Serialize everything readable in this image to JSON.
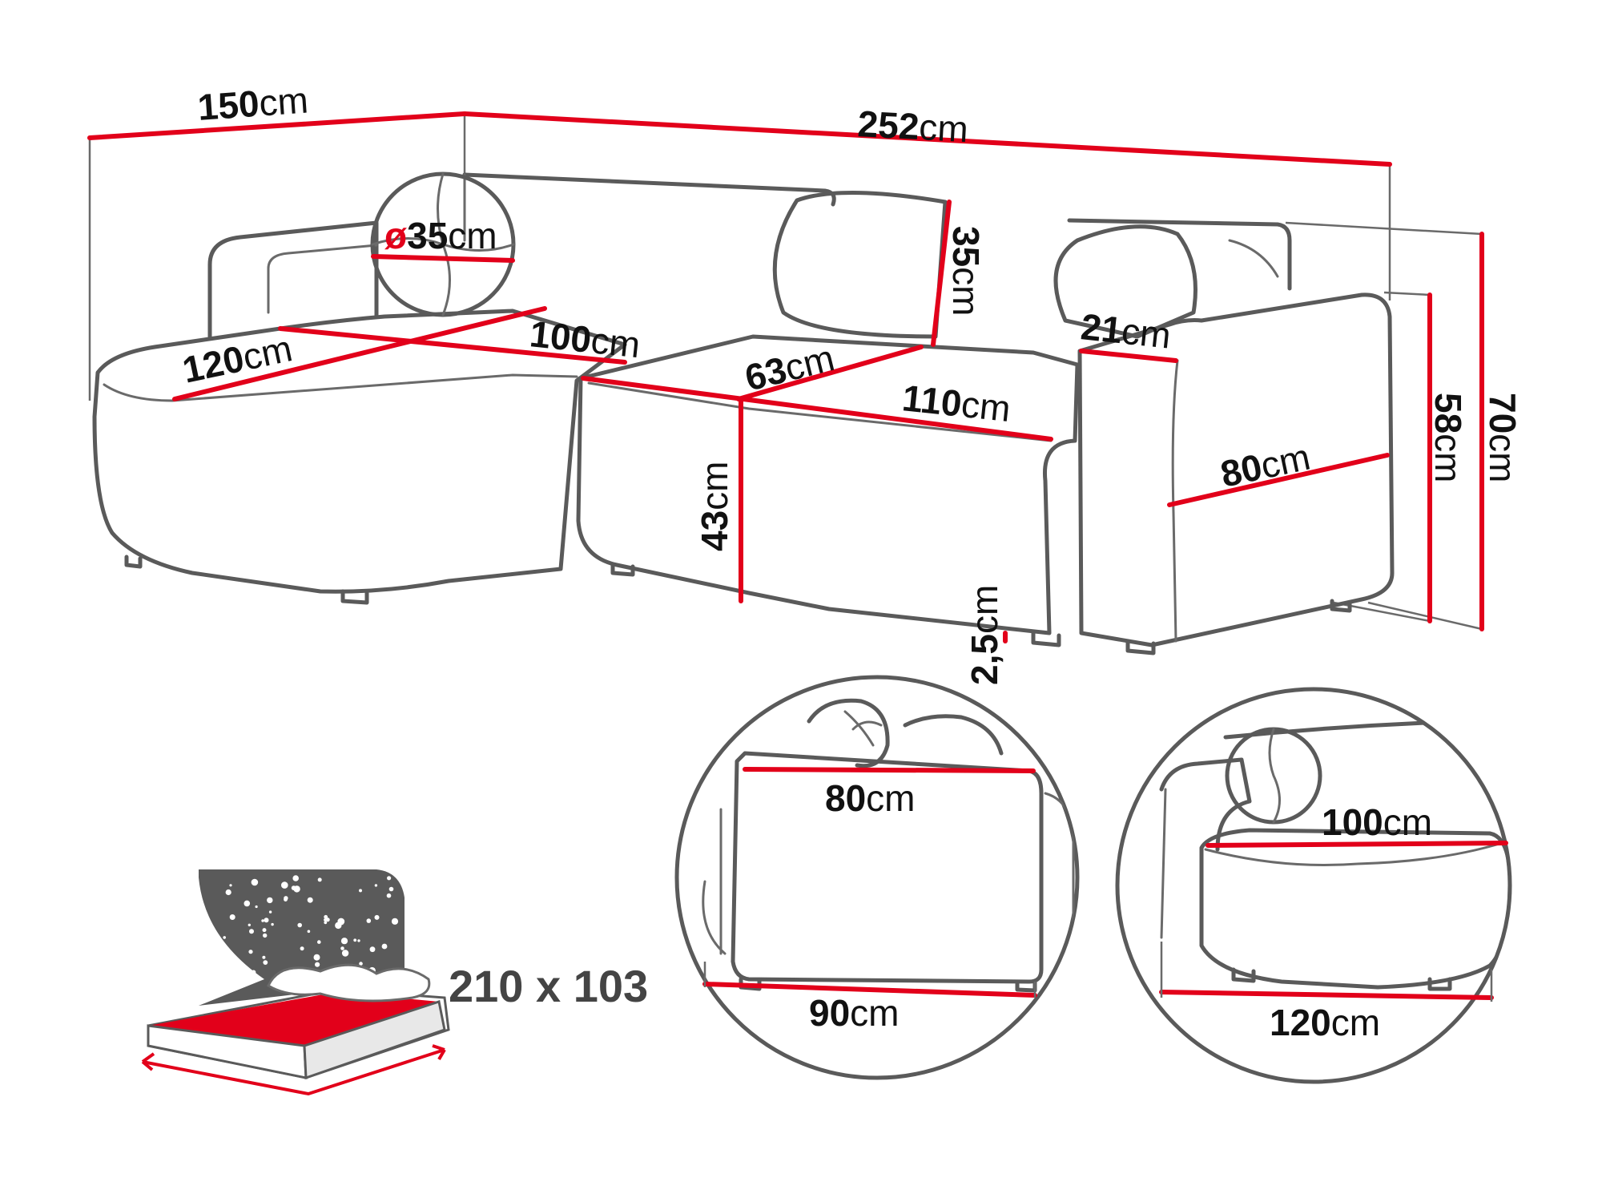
{
  "unit": "cm",
  "main_view": {
    "corner_depth": "150",
    "total_length": "252",
    "pillow_diameter_prefix": "ø",
    "pillow_diameter": "35",
    "bolster_height": "35",
    "chaise_length": "120",
    "chaise_width": "100",
    "seat_depth": "63",
    "seat_width": "110",
    "armrest_width": "21",
    "armrest_depth": "80",
    "seat_height": "43",
    "leg_height": "2,5",
    "arm_height": "58",
    "back_height": "70"
  },
  "detail_seat": {
    "top_width": "80",
    "bottom_width": "90"
  },
  "detail_chaise": {
    "top_width": "100",
    "bottom_width": "120"
  },
  "bed_function": {
    "size": "210 x 103",
    "colors": {
      "mattress": "#e2001a",
      "backdrop": "#5a5a5a",
      "stars": "#ffffff"
    }
  },
  "colors": {
    "dimension_line": "#e2001a",
    "outline": "#5a5a5a",
    "text": "#111111"
  }
}
